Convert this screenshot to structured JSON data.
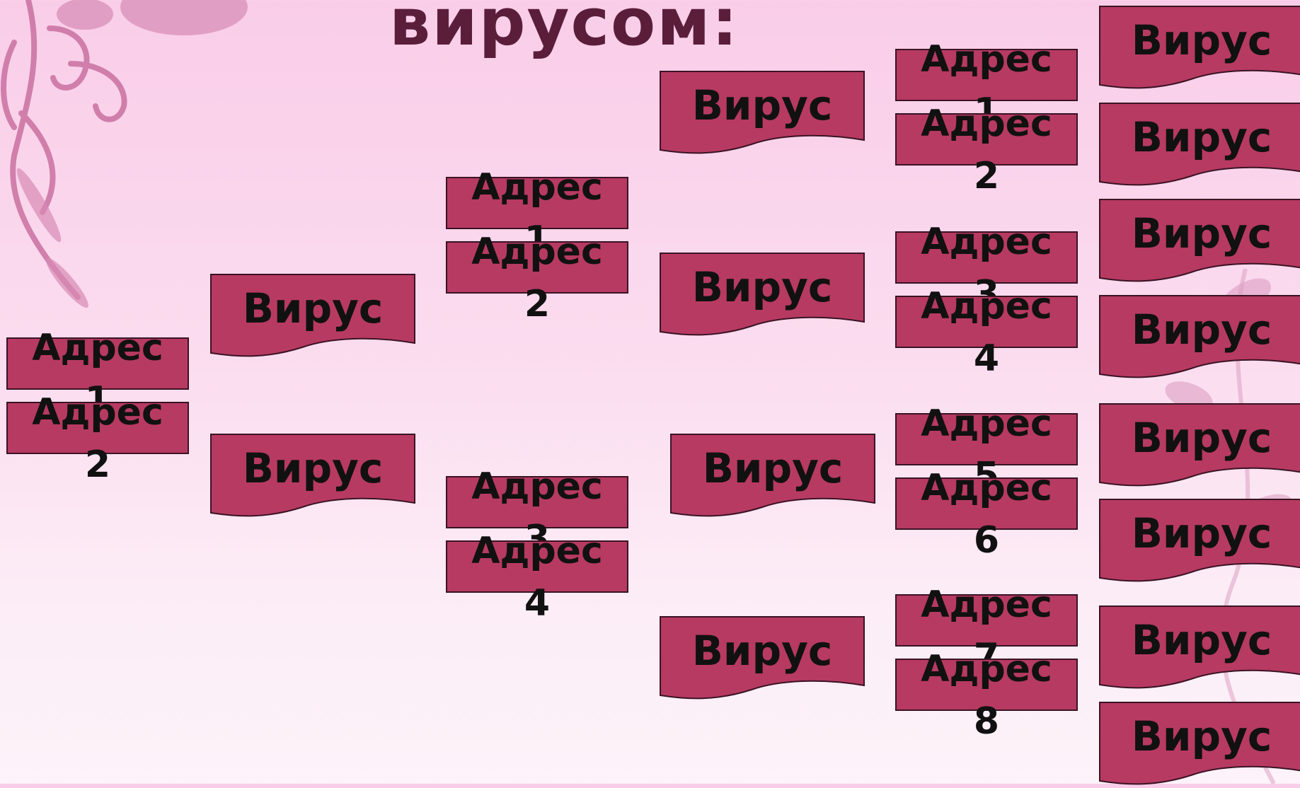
{
  "title": "вирусом:",
  "fill": "#b73a62",
  "columns": [
    {
      "virus": [
        "Вирус",
        "Вирус"
      ],
      "addresses": [
        "Адрес 1",
        "Адрес 2"
      ]
    },
    {
      "virus": [
        "Вирус",
        "Вирус"
      ],
      "addresses": [
        "Адрес 1",
        "Адрес 2",
        "Адрес 3",
        "Адрес 4"
      ]
    },
    {
      "virus": [
        "Вирус",
        "Вирус",
        "Вирус",
        "Вирус"
      ],
      "addresses": [
        "Адрес 1",
        "Адрес 2",
        "Адрес 3",
        "Адрес 4",
        "Адрес 5",
        "Адрес 6",
        "Адрес 7",
        "Адрес 8"
      ]
    },
    {
      "virus": [
        "Вирус",
        "Вирус",
        "Вирус",
        "Вирус",
        "Вирус",
        "Вирус",
        "Вирус",
        "Вирус"
      ]
    }
  ]
}
